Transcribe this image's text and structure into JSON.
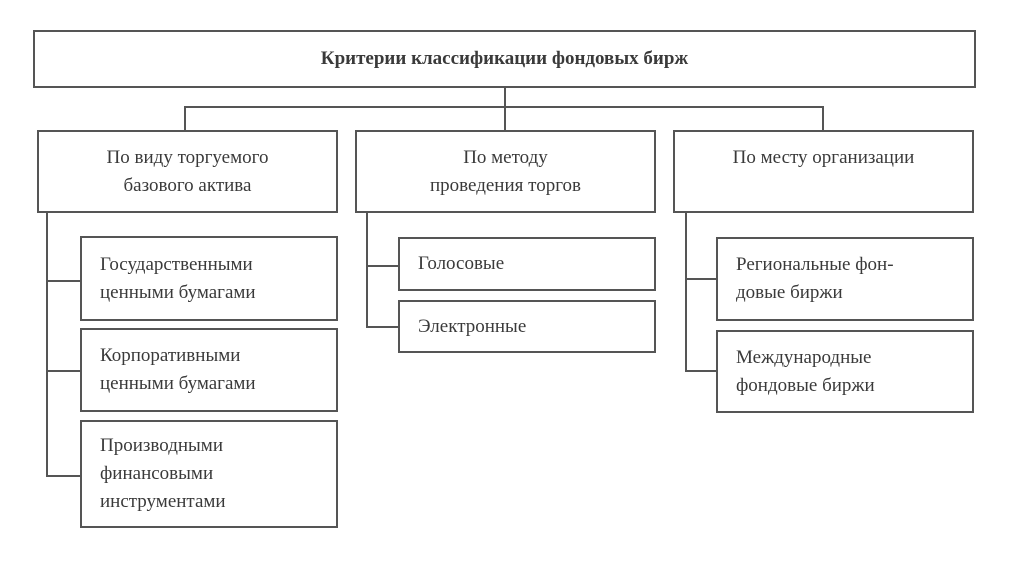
{
  "title": "Критерии классификации фондовых бирж",
  "columns": [
    {
      "label": [
        "По виду торгуемого",
        "базового актива"
      ],
      "children": [
        [
          "Государственными",
          "ценными бумагами"
        ],
        [
          "Корпоративными",
          "ценными бумагами"
        ],
        [
          "Производными",
          "финансовыми",
          "инструментами"
        ]
      ]
    },
    {
      "label": [
        "По методу",
        "проведения торгов"
      ],
      "children": [
        [
          "Голосовые"
        ],
        [
          "Электронные"
        ]
      ]
    },
    {
      "label": [
        "По месту организации"
      ],
      "children": [
        [
          "Региональные фон-",
          "довые биржи"
        ],
        [
          "Международные",
          "фондовые биржи"
        ]
      ]
    }
  ]
}
